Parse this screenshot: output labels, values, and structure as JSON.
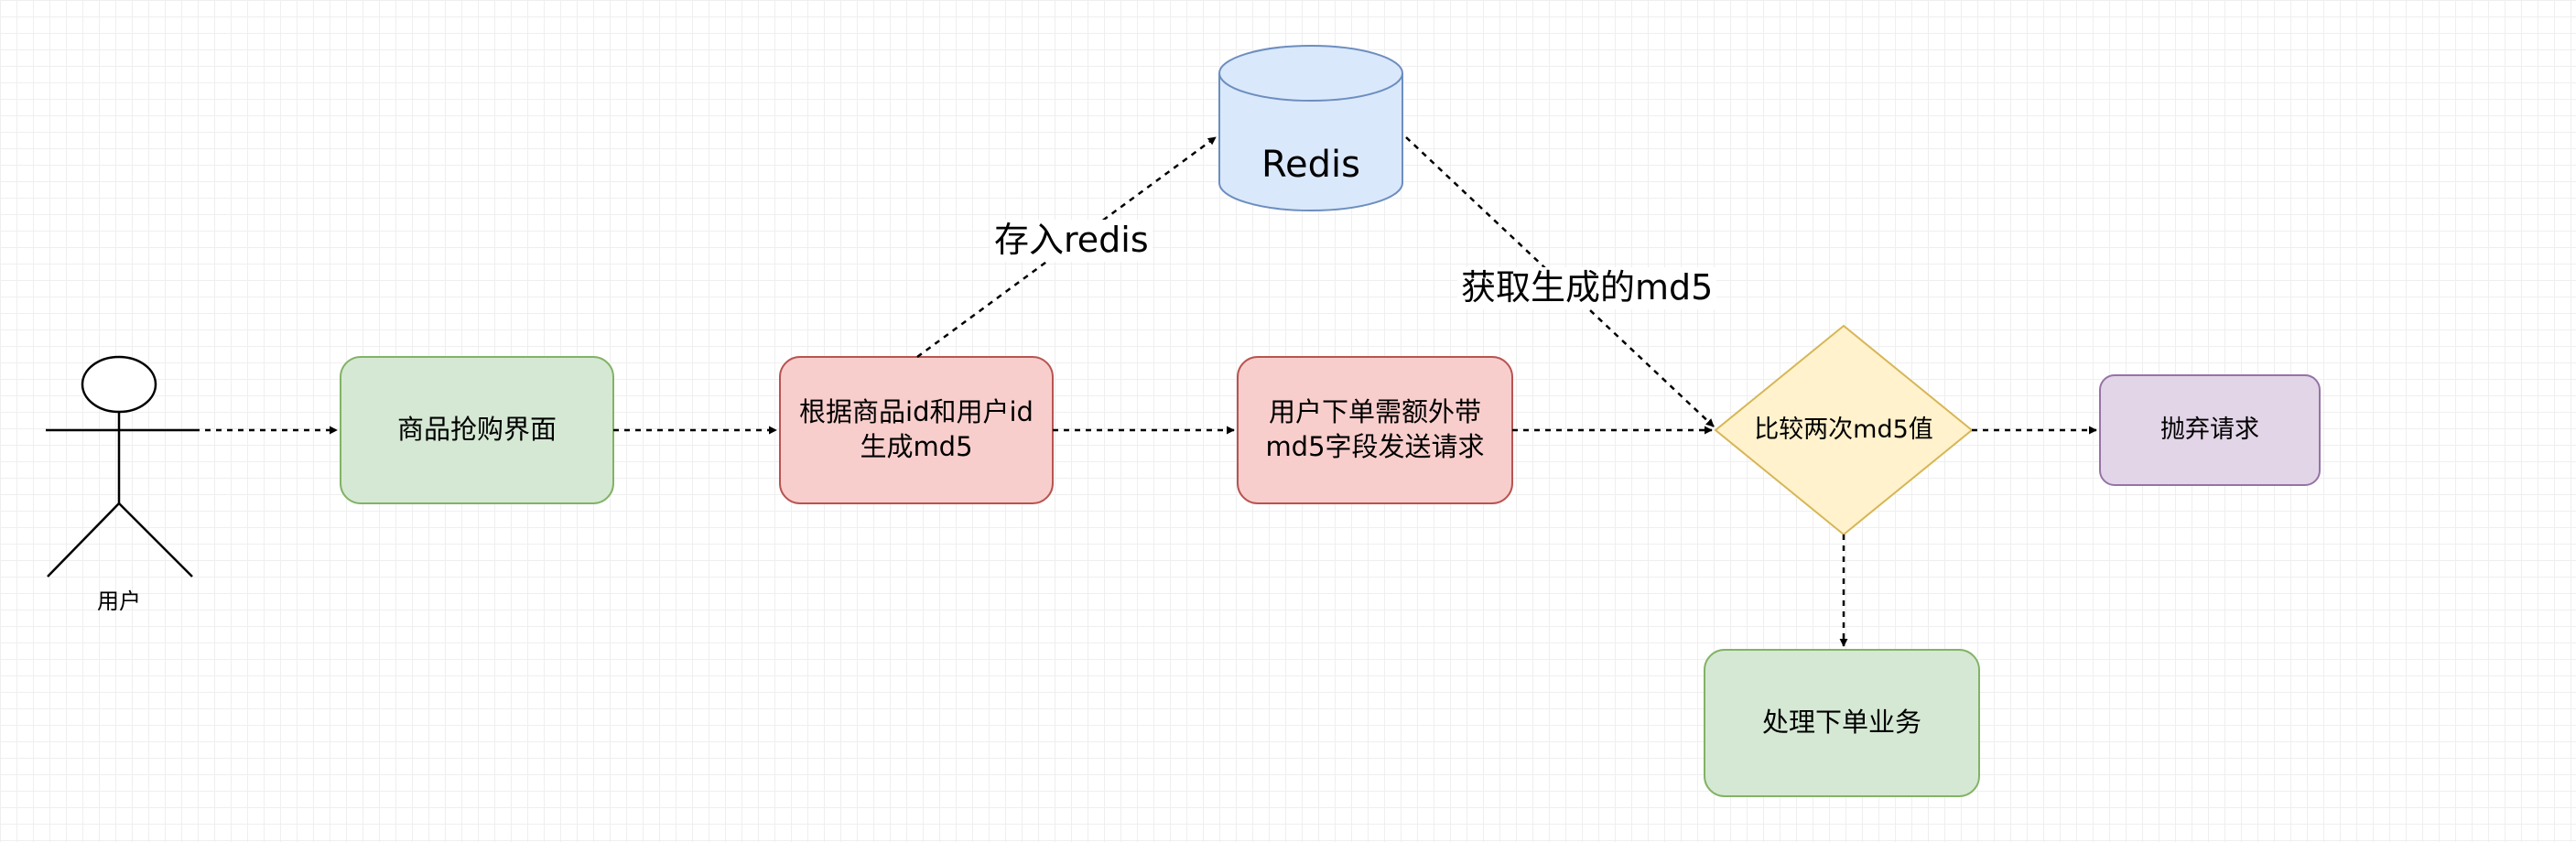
{
  "nodes": {
    "user": {
      "label": "用户"
    },
    "flash_sale_page": {
      "label": "商品抢购界面",
      "fill": "#d5e8d4",
      "stroke": "#82b366"
    },
    "generate_md5": {
      "label": "根据商品id和用户id生成md5",
      "fill": "#f8cecc",
      "stroke": "#b85450"
    },
    "order_request": {
      "label": "用户下单需额外带md5字段发送请求",
      "fill": "#f8cecc",
      "stroke": "#b85450"
    },
    "redis": {
      "label": "Redis",
      "fill": "#dae8fc",
      "stroke": "#6c8ebf"
    },
    "compare_md5": {
      "label": "比较两次md5值",
      "fill": "#fff2cc",
      "stroke": "#d6b656"
    },
    "discard_request": {
      "label": "抛弃请求",
      "fill": "#e1d5e7",
      "stroke": "#9673a6"
    },
    "process_order": {
      "label": "处理下单业务",
      "fill": "#d5e8d4",
      "stroke": "#82b366"
    }
  },
  "edges": {
    "store_redis": {
      "label": "存入redis"
    },
    "fetch_md5": {
      "label": "获取生成的md5"
    }
  }
}
